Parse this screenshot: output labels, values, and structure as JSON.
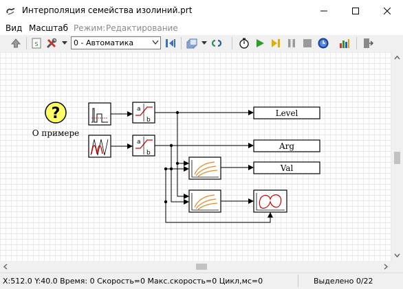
{
  "window": {
    "title": "Интерполяция семейства изолиний.prt"
  },
  "menu": {
    "view": "Вид",
    "scale": "Масштаб",
    "mode_label": "Режим:",
    "mode_value": "Редактирование"
  },
  "toolbar": {
    "mode_select": "0 - Автоматика",
    "icons": [
      "up-arrow-icon",
      "script-icon",
      "tools-icon",
      "dropdown-arrow-icon",
      "mode-select",
      "step-icon",
      "layers-icon",
      "dropdown-arrow-icon",
      "link-icon",
      "stopwatch-icon",
      "play-icon",
      "step-forward-icon",
      "pause-icon",
      "stop-icon",
      "clock-icon",
      "bar-chart-icon",
      "exit-icon"
    ]
  },
  "scheme": {
    "help_label": "О примере",
    "help_symbol": "?",
    "outputs": [
      "Level",
      "Arg",
      "Val"
    ],
    "switch_ports": [
      "a",
      "b"
    ]
  },
  "status": {
    "left": "X:512.0  Y:40.0 Время: 0 Скорость=0 Макс.скорость=0 Цикл,мс=0",
    "right": "Выделено 0/22"
  }
}
